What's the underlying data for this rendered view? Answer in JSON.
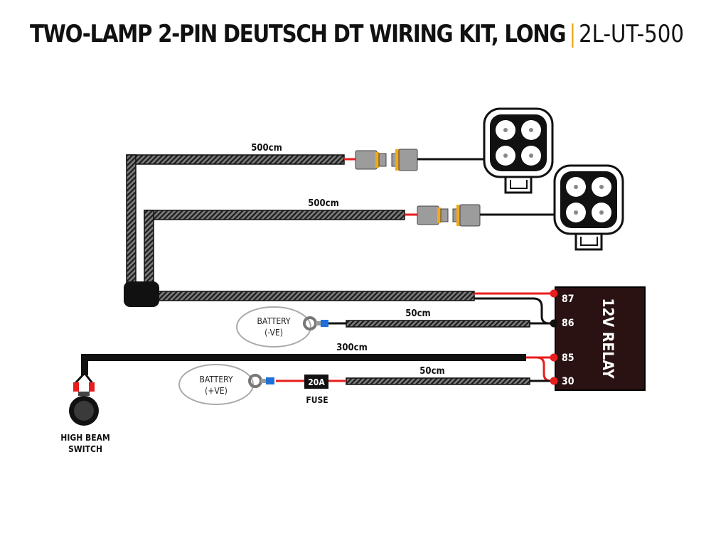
{
  "title": {
    "main": "TWO-LAMP 2-PIN DEUTSCH DT WIRING KIT, LONG",
    "separator": "|",
    "code": "2L-UT-500"
  },
  "cables": {
    "lamp1_length": "500cm",
    "lamp2_length": "500cm",
    "battery_neg_length": "50cm",
    "switch_length": "300cm",
    "battery_pos_length": "50cm"
  },
  "battery_neg": {
    "line1": "BATTERY",
    "line2": "(-VE)"
  },
  "battery_pos": {
    "line1": "BATTERY",
    "line2": "(+VE)"
  },
  "fuse": {
    "rating": "20A",
    "label": "FUSE"
  },
  "relay": {
    "label": "12V RELAY",
    "pins": [
      "87",
      "86",
      "85",
      "30"
    ]
  },
  "switch": {
    "line1": "HIGH BEAM",
    "line2": "SWITCH"
  },
  "colors": {
    "positive_wire": "#e81d1d",
    "negative_wire": "#111111",
    "connector_orange": "#f0a81c",
    "connector_grey": "#9c9c9c",
    "relay_body": "#2a1212",
    "terminal_blue": "#1e6fd9"
  }
}
